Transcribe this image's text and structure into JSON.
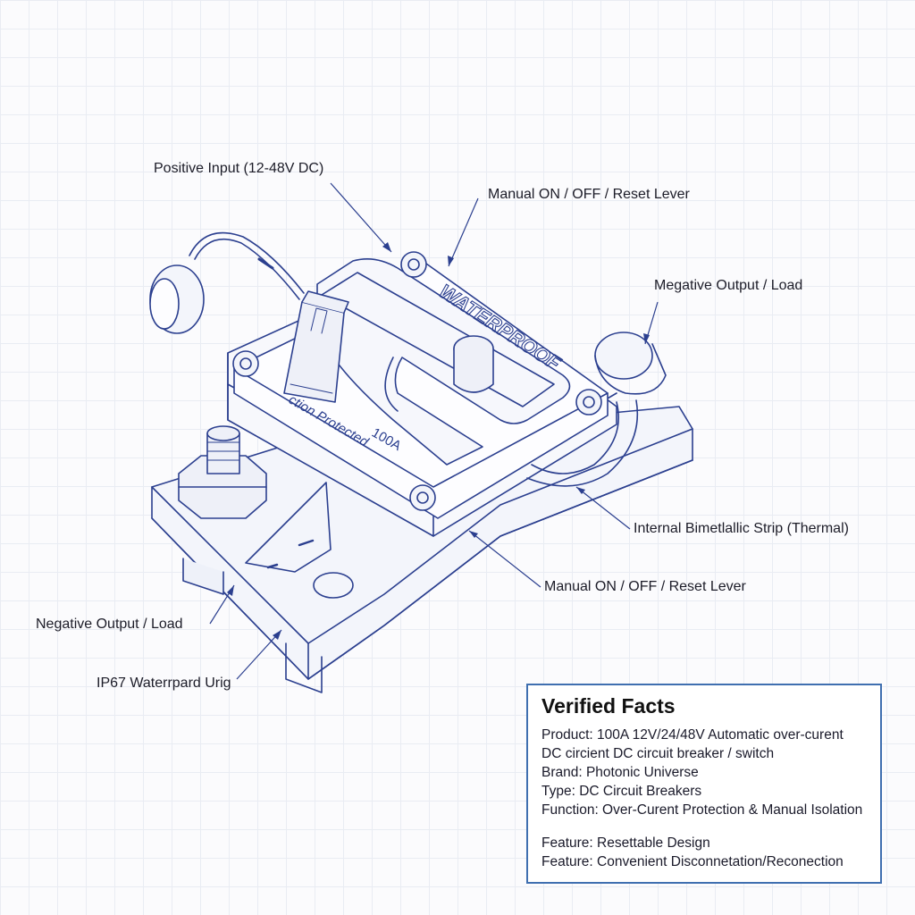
{
  "diagram": {
    "stamp_text": "WATERPROOF",
    "body_text_rating": "100A",
    "body_text_protection": "ction Protected",
    "colors": {
      "ink": "#2b3f8f",
      "frame": "#3f6fb0",
      "paper": "#fbfbfd"
    }
  },
  "callouts": {
    "positive_input": "Positive Input (12-48V DC)",
    "manual_lever_top": "Manual ON / OFF / Reset Lever",
    "megative_output": "Megative Output / Load",
    "bimetallic": "Internal Bimetlallic Strip (Thermal)",
    "manual_lever_bottom": "Manual ON / OFF / Reset Lever",
    "negative_output": "Negative Output / Load",
    "ip67": "IP67 Waterrpard Urig"
  },
  "facts": {
    "title": "Verified Facts",
    "product_1": "Product: 100A 12V/24/48V Automatic over-curent",
    "product_2": "DC circient DC circuit breaker / switch",
    "brand": "Brand: Photonic Universe",
    "type": "Type:  DC Circuit Breakers",
    "function": "Function: Over-Curent Protection & Manual Isolation",
    "feature_1": "Feature: Resettable Design",
    "feature_2": "Feature: Convenient Disconnetation/Reconection"
  }
}
